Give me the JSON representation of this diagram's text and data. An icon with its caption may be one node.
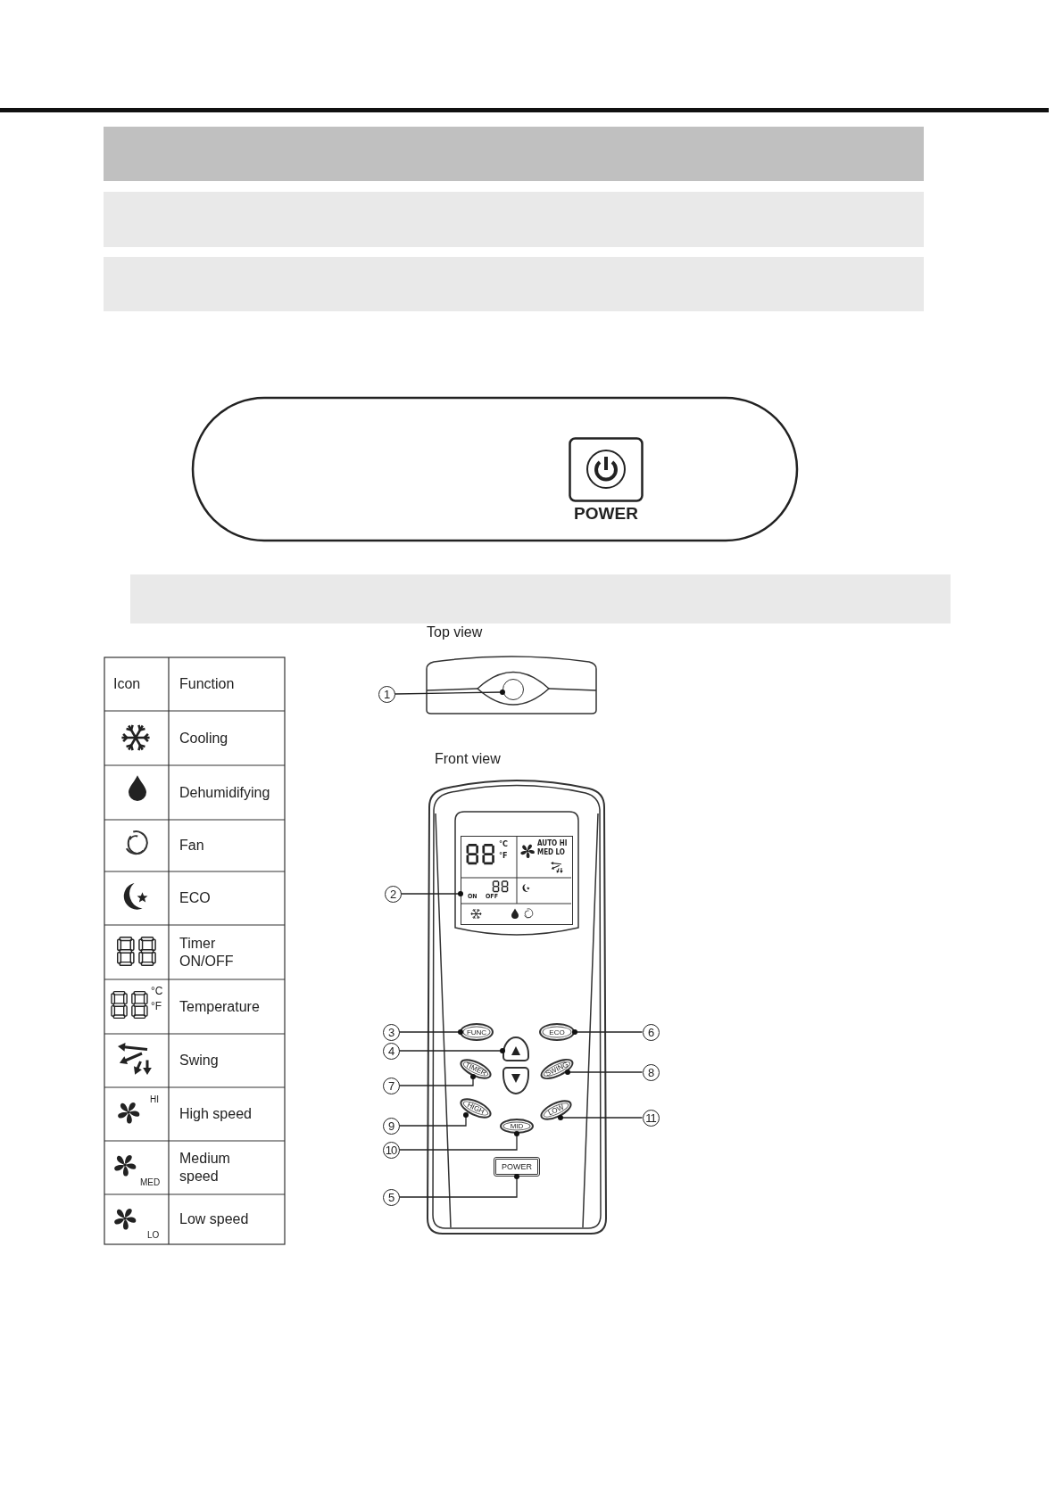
{
  "diagram": {
    "nodes": [
      {
        "text": [
          "POWER"
        ]
      },
      {
        "text": [
          "1"
        ]
      },
      {
        "text": [],
        "shape": "circle"
      },
      {
        "text": [
          "2"
        ]
      },
      {
        "text": [
          "°C",
          "°F",
          "AUTO HI",
          "MED LO",
          "ON",
          "OFF"
        ]
      },
      {
        "text": [
          "3"
        ]
      },
      {
        "text": [
          "FUNC"
        ]
      },
      {
        "text": [
          "ECO"
        ]
      },
      {
        "text": [
          "6"
        ]
      },
      {
        "text": [
          "4"
        ]
      },
      {
        "text": [],
        "shape": "box"
      },
      {
        "text": [
          "7"
        ]
      },
      {
        "text": [
          "TIMER"
        ]
      },
      {
        "text": [],
        "shape": "box"
      },
      {
        "text": [
          "SWING"
        ]
      },
      {
        "text": [
          "8"
        ]
      },
      {
        "text": [
          "9"
        ]
      },
      {
        "text": [
          "HIGH"
        ]
      },
      {
        "text": [
          "LOW"
        ]
      },
      {
        "text": [
          "11"
        ]
      },
      {
        "text": [
          "10"
        ]
      },
      {
        "text": [
          "MID"
        ]
      },
      {
        "text": [
          "POWER"
        ]
      },
      {
        "text": [
          "5"
        ]
      },
      {
        "text": [],
        "shape": "bar"
      },
      {
        "text": [],
        "shape": "bar"
      },
      {
        "text": [],
        "shape": "bar"
      },
      {
        "text": [],
        "shape": "bar"
      }
    ],
    "edges": [
      {
        "from": 1,
        "to": 2,
        "arrow": "other"
      },
      {
        "from": 3,
        "to": 4,
        "arrow": "other"
      },
      {
        "from": 5,
        "to": 6,
        "arrow": "other"
      },
      {
        "from": 8,
        "to": 7,
        "arrow": "other"
      },
      {
        "from": 9,
        "to": 10,
        "arrow": "other"
      },
      {
        "from": 11,
        "to": 12,
        "arrow": "other"
      },
      {
        "from": 15,
        "to": 14,
        "arrow": "other"
      },
      {
        "from": 16,
        "to": 17,
        "arrow": "other"
      },
      {
        "from": 19,
        "to": 18,
        "arrow": "other"
      },
      {
        "from": 20,
        "to": 21,
        "arrow": "other"
      },
      {
        "from": 23,
        "to": 22,
        "arrow": "other"
      }
    ],
    "labels": [
      "Top view",
      "Front view",
      "Icon",
      "Function",
      "Cooling",
      "Dehumidifying",
      "Fan",
      "ECO",
      "Timer ON/OFF",
      "°C",
      "°F",
      "Temperature",
      "Swing",
      "HI",
      "High speed",
      "MED",
      "Medium speed",
      "LO",
      "Low speed"
    ]
  }
}
